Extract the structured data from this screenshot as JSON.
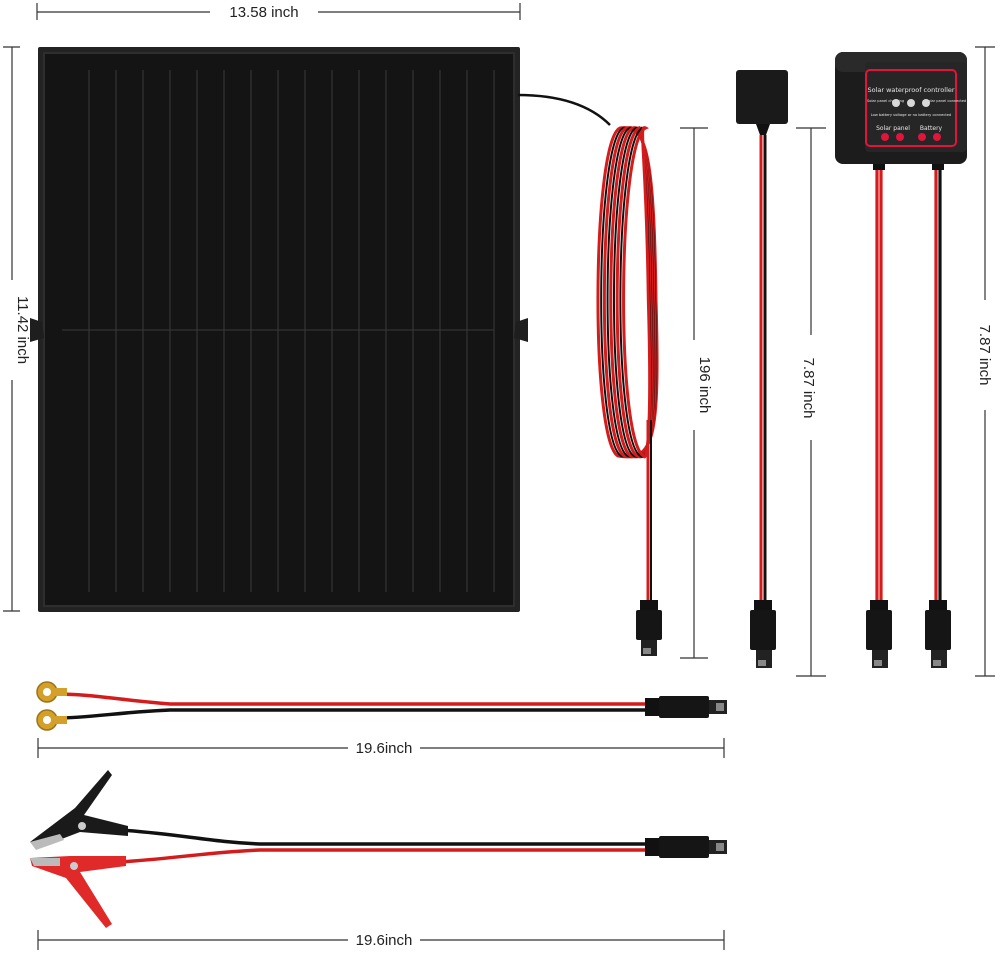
{
  "dimensions": {
    "panel_width": "13.58 inch",
    "panel_height": "11.42 inch",
    "extension_cable": "196 inch",
    "sensor_cable": "7.87 inch",
    "controller_cable": "7.87 inch",
    "ring_cable": "19.6inch",
    "clip_cable": "19.6inch"
  },
  "controller": {
    "title": "Solar waterproof controller",
    "indicator_left": "Solar panel charging",
    "indicator_right": "Solar panel connected",
    "indicator_bottom": "Low battery voltage or no battery connected",
    "label_solar": "Solar panel",
    "label_battery": "Battery"
  },
  "colors": {
    "panel": "#1a1a1a",
    "cable_red": "#d41c1c",
    "cable_black": "#111111",
    "ring_terminal": "#d4a02a",
    "controller_accent": "#e0143c"
  }
}
